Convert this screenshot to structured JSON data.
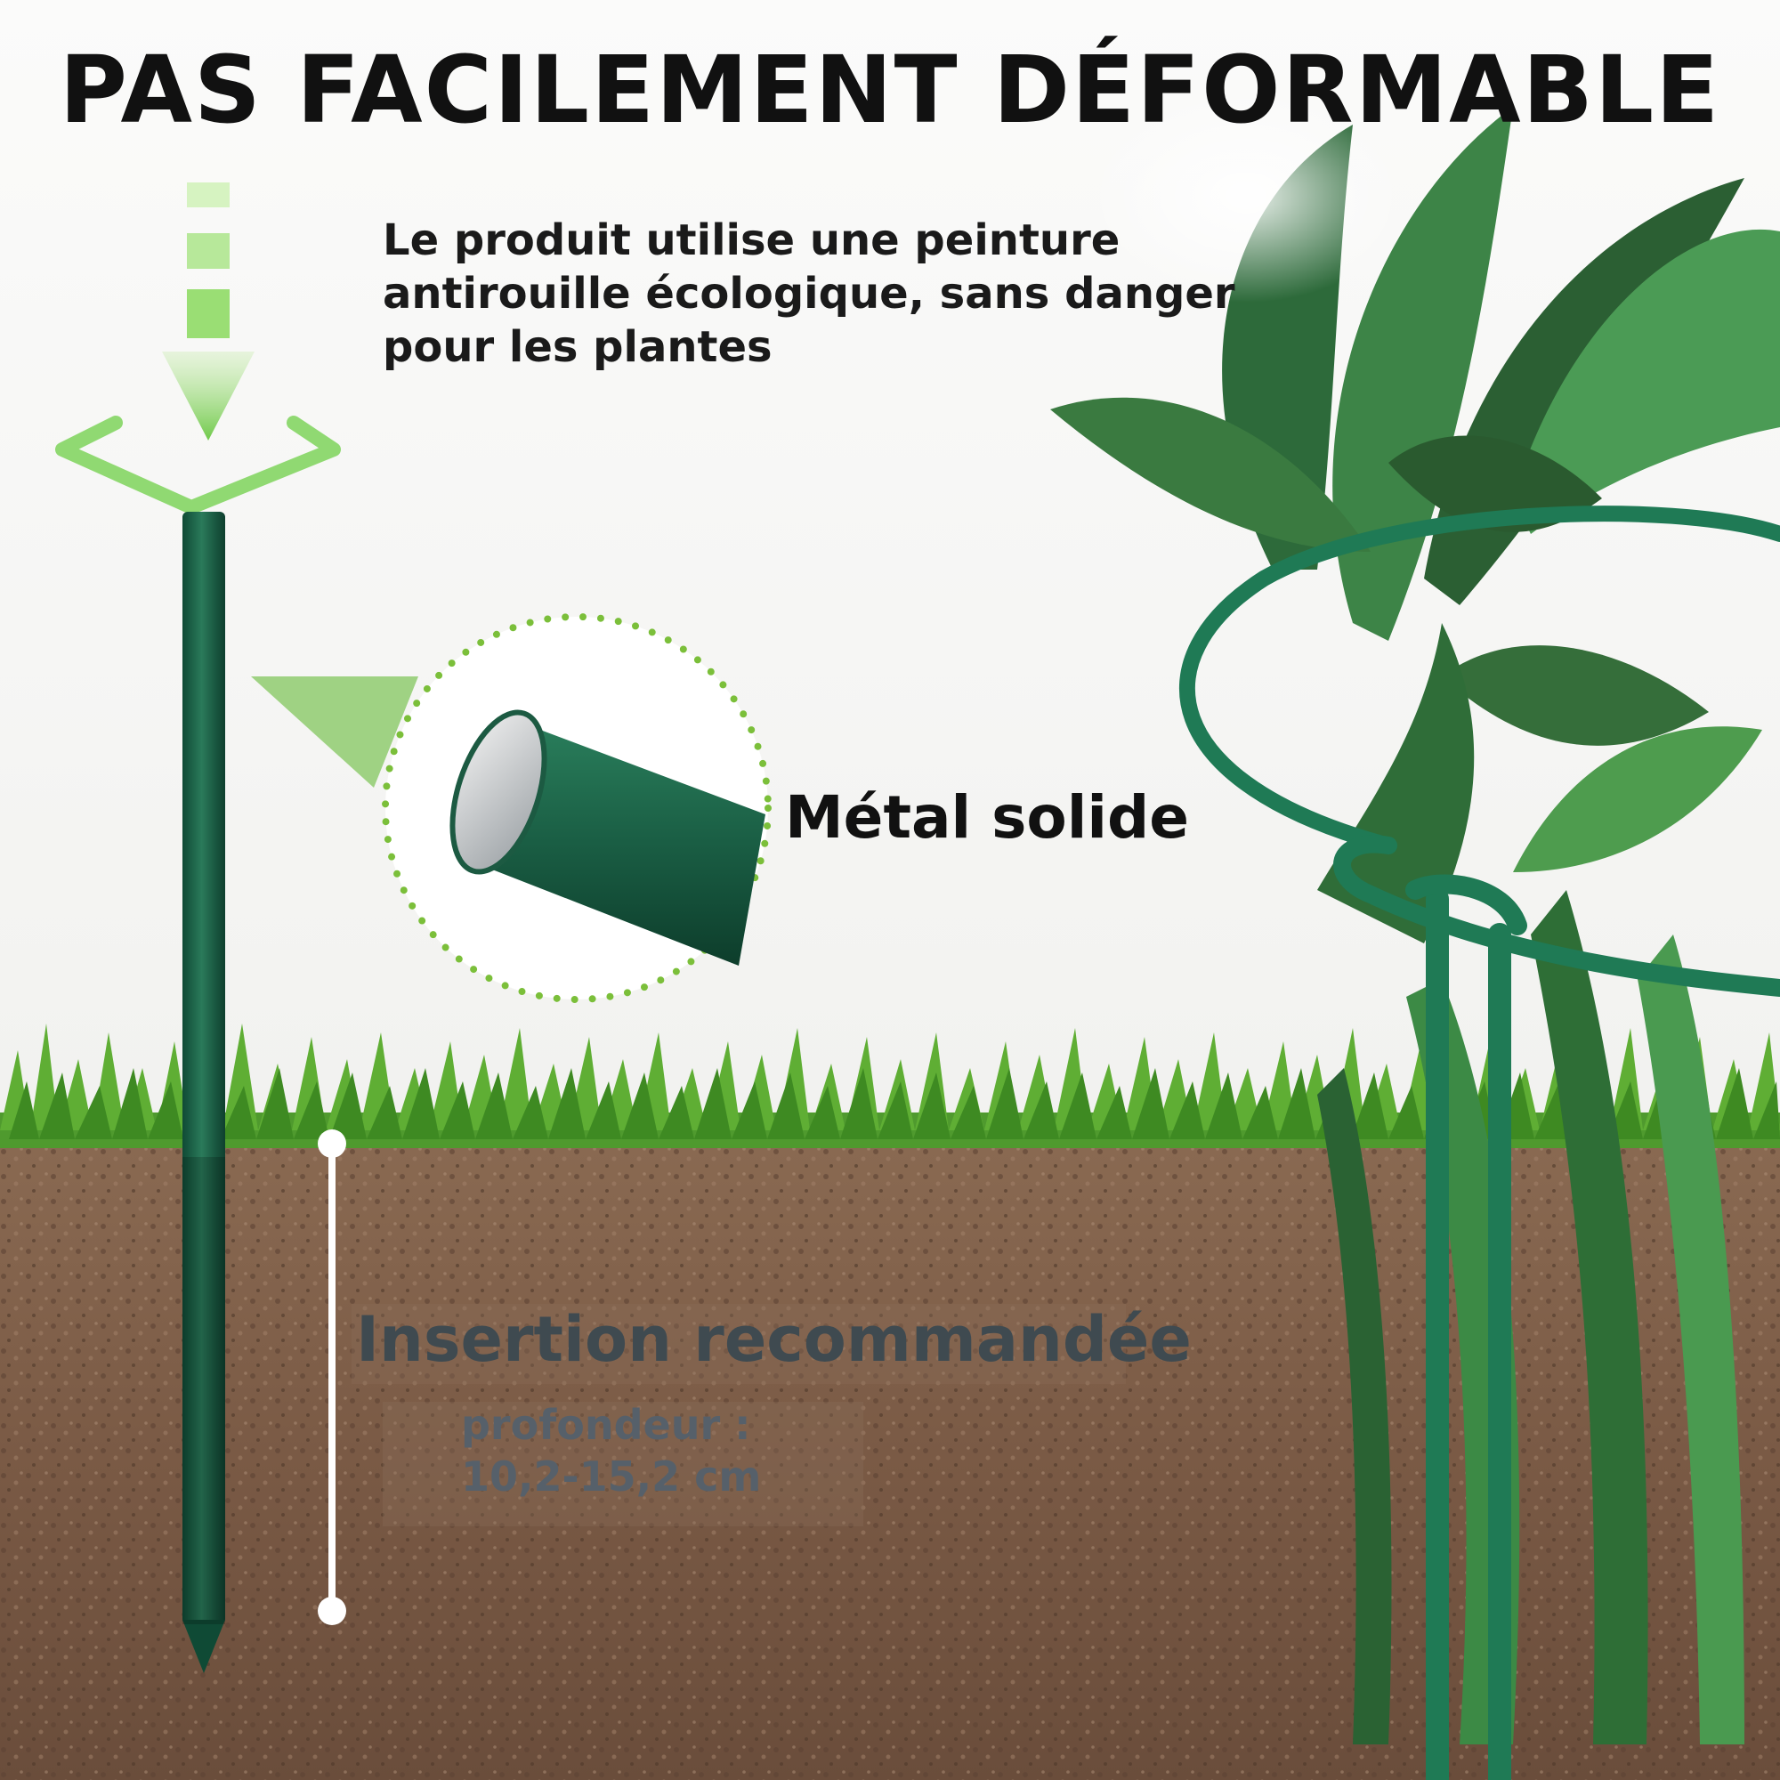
{
  "headline": "PAS FACILEMENT DÉFORMABLE",
  "description": "Le produit utilise une peinture antirouille écologique, sans danger pour les plantes",
  "material_label": "Métal solide",
  "insertion": {
    "title": "Insertion recommandée",
    "depth_label": "profondeur :",
    "depth_value": "10,2-15,2 cm"
  },
  "colors": {
    "stake_green": "#1f6b4e",
    "accent_green": "#8fd15f",
    "soil_brown": "#7a5a45",
    "grass_green": "#4f9a2e"
  }
}
